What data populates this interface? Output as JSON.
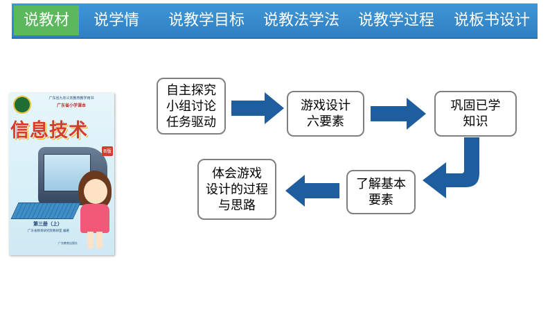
{
  "nav": {
    "tabs": [
      "说教材",
      "说学情",
      "说教学目标",
      "说教法学法",
      "说教学过程",
      "说板书设计"
    ],
    "active_index": 0,
    "colors": {
      "bar": "#2f80c4",
      "active": "#5cb85c",
      "text": "#ffffff"
    }
  },
  "book": {
    "publisher_top": "广东省九年义务教育教学用书",
    "series": "广东省小学课本",
    "title": "信息技术",
    "edition": "B版",
    "volume": "第三册（上）",
    "editor": "广东省教育研究院教研室  编著",
    "publisher": "广东教育出版社"
  },
  "flow": {
    "step1": "自主探究\n小组讨论\n任务驱动",
    "step2": "游戏设计\n六要素",
    "step3": "巩固已学\n知识",
    "step4": "了解基本\n要素",
    "step5": "体会游戏\n设计的过程\n与思路",
    "colors": {
      "arrow": "#1e5d9e",
      "box_border": "#7f7f7f"
    }
  }
}
